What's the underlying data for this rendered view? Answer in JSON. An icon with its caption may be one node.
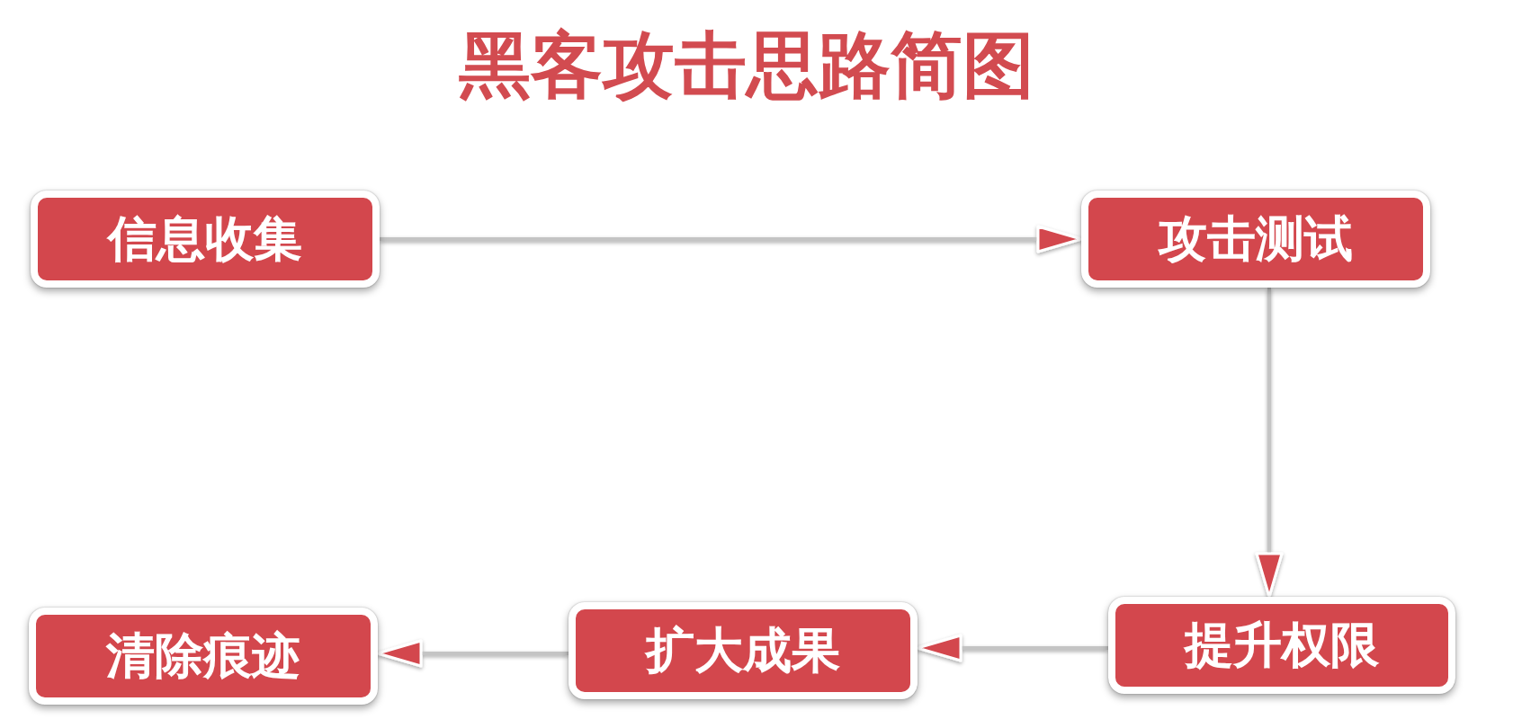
{
  "diagram": {
    "title": "黑客攻击思路简图",
    "nodes": [
      {
        "text": [
          "信息收集"
        ]
      },
      {
        "text": [
          "攻击测试"
        ]
      },
      {
        "text": [
          "提升权限"
        ]
      },
      {
        "text": [
          "扩大成果"
        ]
      },
      {
        "text": [
          "清除痕迹"
        ]
      }
    ],
    "edges": [
      {
        "from": 0,
        "to": 1,
        "arrow": "to"
      },
      {
        "from": 1,
        "to": 2,
        "arrow": "to"
      },
      {
        "from": 2,
        "to": 3,
        "arrow": "to"
      },
      {
        "from": 3,
        "to": 4,
        "arrow": "to"
      }
    ]
  }
}
